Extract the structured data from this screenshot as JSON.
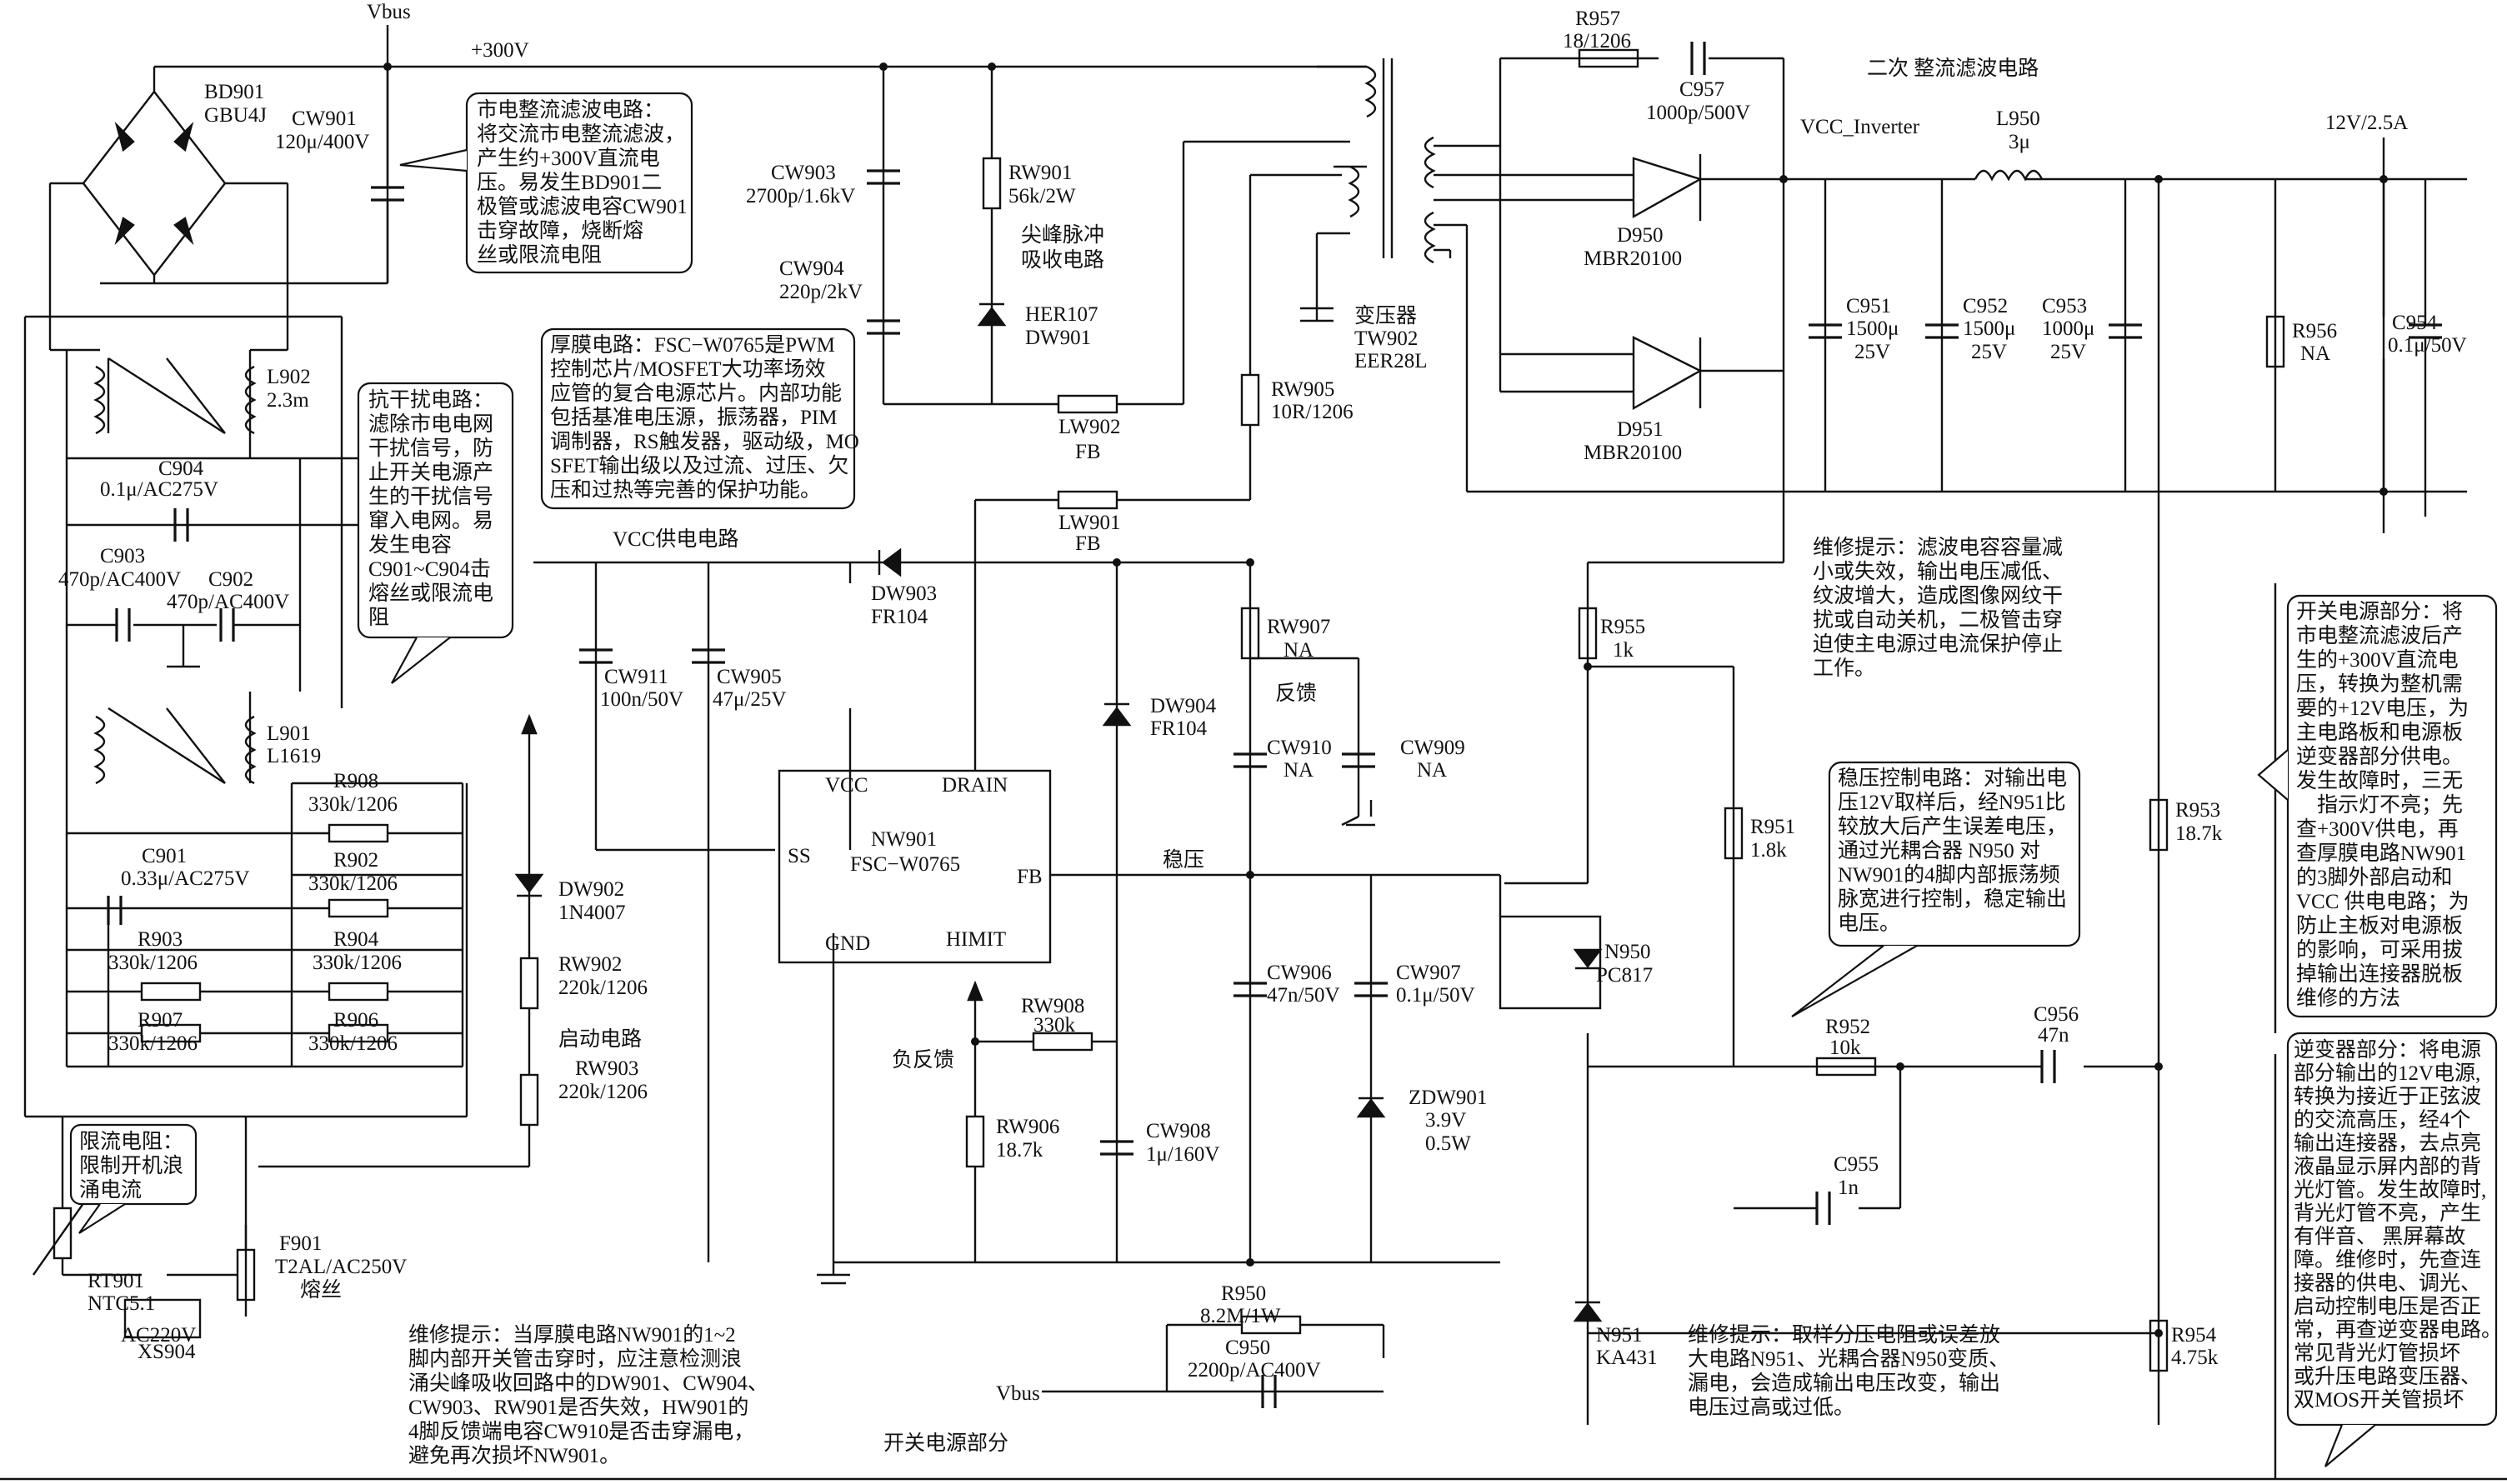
{
  "rails": {
    "vbus": "Vbus",
    "plus300": "+300V",
    "vcc_inverter": "VCC_Inverter",
    "out12v": "12V/2.5A",
    "vcc_supply": "VCC供电电路"
  },
  "sections": {
    "secondary": "二次 整流滤波电路",
    "start": "启动电路",
    "feedback": "反馈",
    "regulate": "稳压",
    "neg_feedback": "负反馈",
    "switch_part": "开关电源部分",
    "spike": [
      "尖峰脉冲",
      "吸收电路"
    ]
  },
  "parts": {
    "bd901": [
      "BD901",
      "GBU4J"
    ],
    "cw901": [
      "CW901",
      "120μ/400V"
    ],
    "cw903": [
      "CW903",
      "2700p/1.6kV"
    ],
    "rw901": [
      "RW901",
      "56k/2W"
    ],
    "cw904": [
      "CW904",
      "220p/2kV"
    ],
    "her107": [
      "HER107",
      "DW901"
    ],
    "tw902": [
      "变压器",
      "TW902",
      "EER28L"
    ],
    "lw902": [
      "LW902",
      "FB"
    ],
    "lw901": [
      "LW901",
      "FB"
    ],
    "rw905": [
      "RW905",
      "10R/1206"
    ],
    "l902": [
      "L902",
      "2.3m"
    ],
    "c904": [
      "C904",
      "0.1μ/AC275V"
    ],
    "c903": [
      "C903",
      "470p/AC400V"
    ],
    "c902": [
      "C902",
      "470p/AC400V"
    ],
    "l901": [
      "L901",
      "L1619"
    ],
    "c901": [
      "C901",
      "0.33μ/AC275V"
    ],
    "r908": [
      "R908",
      "330k/1206"
    ],
    "r902": [
      "R902",
      "330k/1206"
    ],
    "r903": [
      "R903",
      "330k/1206"
    ],
    "r904": [
      "R904",
      "330k/1206"
    ],
    "r907": [
      "R907",
      "330k/1206"
    ],
    "r906": [
      "R906",
      "330k/1206"
    ],
    "dw903": [
      "DW903",
      "FR104"
    ],
    "cw911": [
      "CW911",
      "100n/50V"
    ],
    "cw905": [
      "CW905",
      "47μ/25V"
    ],
    "dw904": [
      "DW904",
      "FR104"
    ],
    "rw907": [
      "RW907",
      "NA"
    ],
    "cw910": [
      "CW910",
      "NA"
    ],
    "cw909": [
      "CW909",
      "NA"
    ],
    "nw901": [
      "NW901",
      "FSC−W0765"
    ],
    "dw902": [
      "DW902",
      "1N4007"
    ],
    "rw902": [
      "RW902",
      "220k/1206"
    ],
    "rw903": [
      "RW903",
      "220k/1206"
    ],
    "rw908": [
      "RW908",
      "330k"
    ],
    "rw906": [
      "RW906",
      "18.7k"
    ],
    "cw908": [
      "CW908",
      "1μ/160V"
    ],
    "cw906": [
      "CW906",
      "47n/50V"
    ],
    "cw907": [
      "CW907",
      "0.1μ/50V"
    ],
    "zdw901": [
      "ZDW901",
      "3.9V",
      "0.5W"
    ],
    "rt901": [
      "RT901",
      "NTC5.1"
    ],
    "f901": [
      "F901",
      "T2AL/AC250V",
      "熔丝"
    ],
    "ac220": "AC220V",
    "xs904": "XS904",
    "r950": [
      "R950",
      "8.2M/1W"
    ],
    "c950": [
      "C950",
      "2200p/AC400V"
    ],
    "r957": [
      "R957",
      "18/1206"
    ],
    "c957": [
      "C957",
      "1000p/500V"
    ],
    "d950": [
      "D950",
      "MBR20100"
    ],
    "d951": [
      "D951",
      "MBR20100"
    ],
    "l950": [
      "L950",
      "3μ"
    ],
    "c951": [
      "C951",
      "1500μ",
      "25V"
    ],
    "c952": [
      "C952",
      "1500μ",
      "25V"
    ],
    "c953": [
      "C953",
      "1000μ",
      "25V"
    ],
    "r956": [
      "R956",
      "NA"
    ],
    "c954": [
      "C954",
      "0.1μ/50V"
    ],
    "r955": [
      "R955",
      "1k"
    ],
    "r951": [
      "R951",
      "1.8k"
    ],
    "r953": [
      "R953",
      "18.7k"
    ],
    "n950": [
      "N950",
      "PC817"
    ],
    "r952": [
      "R952",
      "10k"
    ],
    "c956": [
      "C956",
      "47n"
    ],
    "c955": [
      "C955",
      "1n"
    ],
    "n951": [
      "N951",
      "KA431"
    ],
    "r954": [
      "R954",
      "4.75k"
    ]
  },
  "ic_pins": {
    "vcc": "VCC",
    "drain": "DRAIN",
    "ss": "SS",
    "fb": "FB",
    "gnd": "GND",
    "himit": "HIMIT"
  },
  "notes": {
    "rectifier": [
      "市电整流滤波电路：",
      "将交流市电整流滤波，",
      "产生约+300V直流电",
      "压。易发生BD901二",
      "极管或滤波电容CW901",
      "击穿故障，烧断熔",
      "丝或限流电阻"
    ],
    "emi": [
      "抗干扰电路：",
      "滤除市电电网",
      "干扰信号，防",
      "止开关电源产",
      "生的干扰信号",
      "窜入电网。易",
      "发生电容",
      "C901~C904击",
      "熔丝或限流电",
      "阻"
    ],
    "thickfilm": [
      "厚膜电路：FSC−W0765是PWM",
      "控制芯片/MOSFET大功率场效",
      "应管的复合电源芯片。内部功能",
      "包括基准电压源，振荡器，PIM",
      "调制器，RS触发器，驱动级，MO",
      "SFET输出级以及过流、过压、欠",
      "压和过热等完善的保护功能。"
    ],
    "inrush": [
      "限流电阻：",
      "限制开机浪",
      "涌电流"
    ],
    "repair1": [
      "维修提示：当厚膜电路NW901的1~2",
      "脚内部开关管击穿时，应注意检测浪",
      "涌尖峰吸收回路中的DW901、CW904、",
      "CW903、RW901是否失效，HW901的",
      "4脚反馈端电容CW910是否击穿漏电，",
      "避免再次损坏NW901。"
    ],
    "repair2": [
      "维修提示：滤波电容容量减",
      "小或失效，输出电压减低、",
      "纹波增大，造成图像网纹干",
      "扰或自动关机，二极管击穿",
      "迫使主电源过电流保护停止",
      "工作。"
    ],
    "regulation": [
      "稳压控制电路：对输出电",
      "压12V取样后，经N951比",
      "较放大后产生误差电压，",
      "通过光耦合器 N950 对",
      "NW901的4脚内部振荡频",
      "脉宽进行控制，稳定输出",
      "电压。"
    ],
    "repair3": [
      "维修提示：取样分压电阻或误差放",
      "大电路N951、光耦合器N950变质、",
      "漏电，会造成输出电压改变，输出",
      "电压过高或过低。"
    ],
    "switch_info": [
      "开关电源部分：将",
      "市电整流滤波后产",
      "生的+300V直流电",
      "压，转换为整机需",
      "要的+12V电压，为",
      "主电路板和电源板",
      "逆变器部分供电。",
      "发生故障时，三无",
      "　指示灯不亮；先",
      "查+300V供电，再",
      "查厚膜电路NW901",
      "的3脚外部启动和",
      "VCC 供电电路；为",
      "防止主板对电源板",
      "的影响，可采用拔",
      "掉输出连接器脱板",
      "维修的方法"
    ],
    "inverter_info": [
      "逆变器部分：将电源",
      "部分输出的12V电源,",
      "转换为接近于正弦波",
      "的交流高压，经4个",
      "输出连接器，去点亮",
      "液晶显示屏内部的背",
      "光灯管。发生故障时,",
      "背光灯管不亮，产生",
      "有伴音、 黑屏幕故",
      "障。维修时，先查连",
      "接器的供电、调光、",
      "启动控制电压是否正",
      "常，再查逆变器电路。",
      "常见背光灯管损坏",
      "或升压电路变压器、",
      "双MOS开关管损坏"
    ]
  }
}
